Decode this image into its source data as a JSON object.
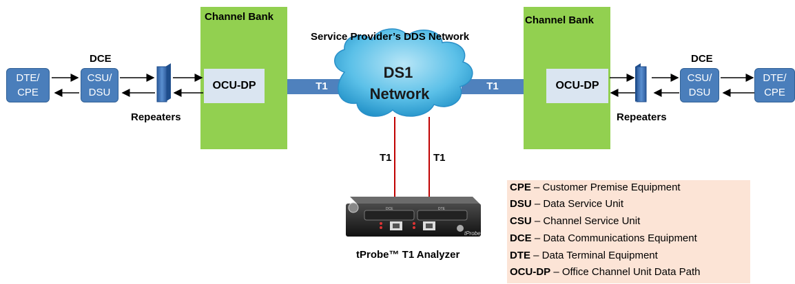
{
  "left": {
    "dte": "DTE/\nCPE",
    "dce_label": "DCE",
    "csu": "CSU/\nDSU",
    "repeaters": "Repeaters",
    "bank_title": "Channel Bank",
    "ocu": "OCU-DP",
    "t1": "T1"
  },
  "right": {
    "dte": "DTE/\nCPE",
    "dce_label": "DCE",
    "csu": "CSU/\nDSU",
    "repeaters": "Repeaters",
    "bank_title": "Channel Bank",
    "ocu": "OCU-DP",
    "t1": "T1"
  },
  "network": {
    "title": "Service Provider’s DDS Network",
    "cloud_line1": "DS1",
    "cloud_line2": "Network"
  },
  "analyzer": {
    "t1_left": "T1",
    "t1_right": "T1",
    "caption": "tProbe™ T1 Analyzer",
    "port1": "DCE",
    "port2": "DTE",
    "brand": "tProbe"
  },
  "legend": [
    {
      "term": "CPE",
      "desc": " – Customer Premise Equipment"
    },
    {
      "term": "DSU",
      "desc": " – Data Service Unit"
    },
    {
      "term": "CSU",
      "desc": " – Channel Service Unit"
    },
    {
      "term": "DCE",
      "desc": " – Data Communications Equipment"
    },
    {
      "term": "DTE",
      "desc": " – Data Terminal Equipment"
    },
    {
      "term": "OCU-DP",
      "desc": " – Office Channel Unit Data Path"
    }
  ]
}
